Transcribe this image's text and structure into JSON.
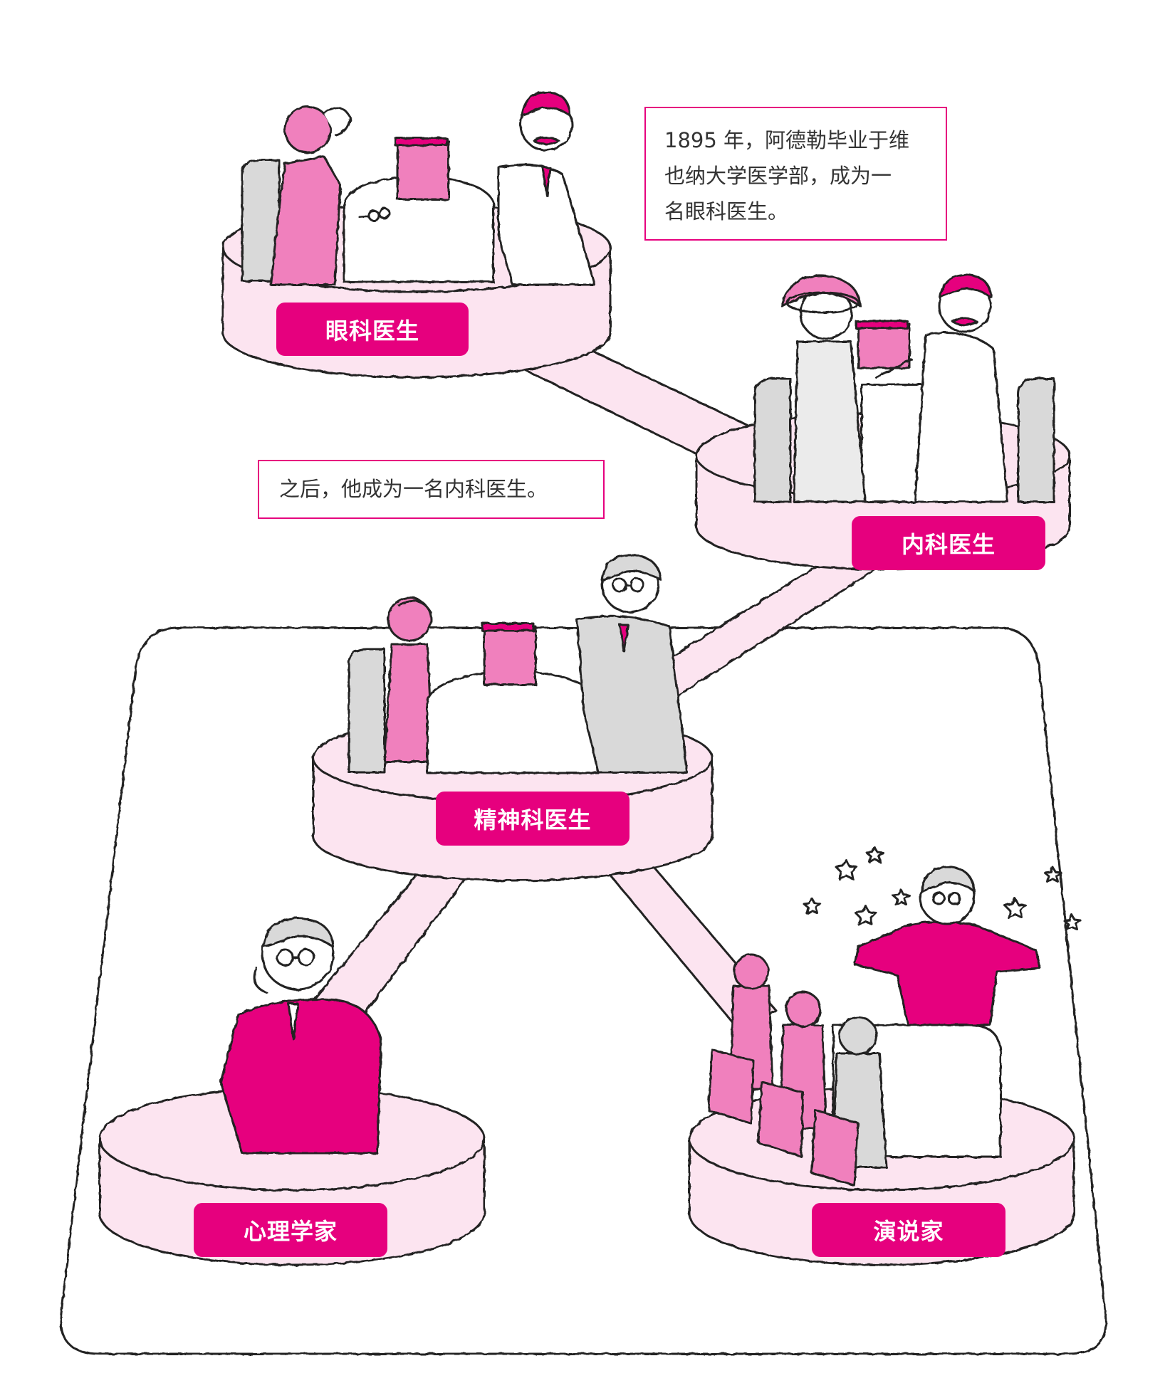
{
  "notes": {
    "first_lines": [
      "1895 年，阿德勒毕业于维",
      "也纳大学医学部，成为一",
      "名眼科医生。"
    ],
    "second": "之后，他成为一名内科医生。"
  },
  "stages": [
    {
      "id": "ophthalmologist",
      "label": "眼科医生"
    },
    {
      "id": "internist",
      "label": "内科医生"
    },
    {
      "id": "psychiatrist",
      "label": "精神科医生"
    },
    {
      "id": "psychologist",
      "label": "心理学家"
    },
    {
      "id": "speaker",
      "label": "演说家"
    }
  ],
  "colors": {
    "magenta": "#e6007e",
    "mid_pink": "#f080bd",
    "light_pink": "#f9d9ea",
    "platform": "#fce4f0",
    "gray": "#d9d9d9",
    "outline": "#222222"
  },
  "icons": [
    "book-icon",
    "glasses-icon",
    "star-icon",
    "chair-icon",
    "podium-icon"
  ]
}
